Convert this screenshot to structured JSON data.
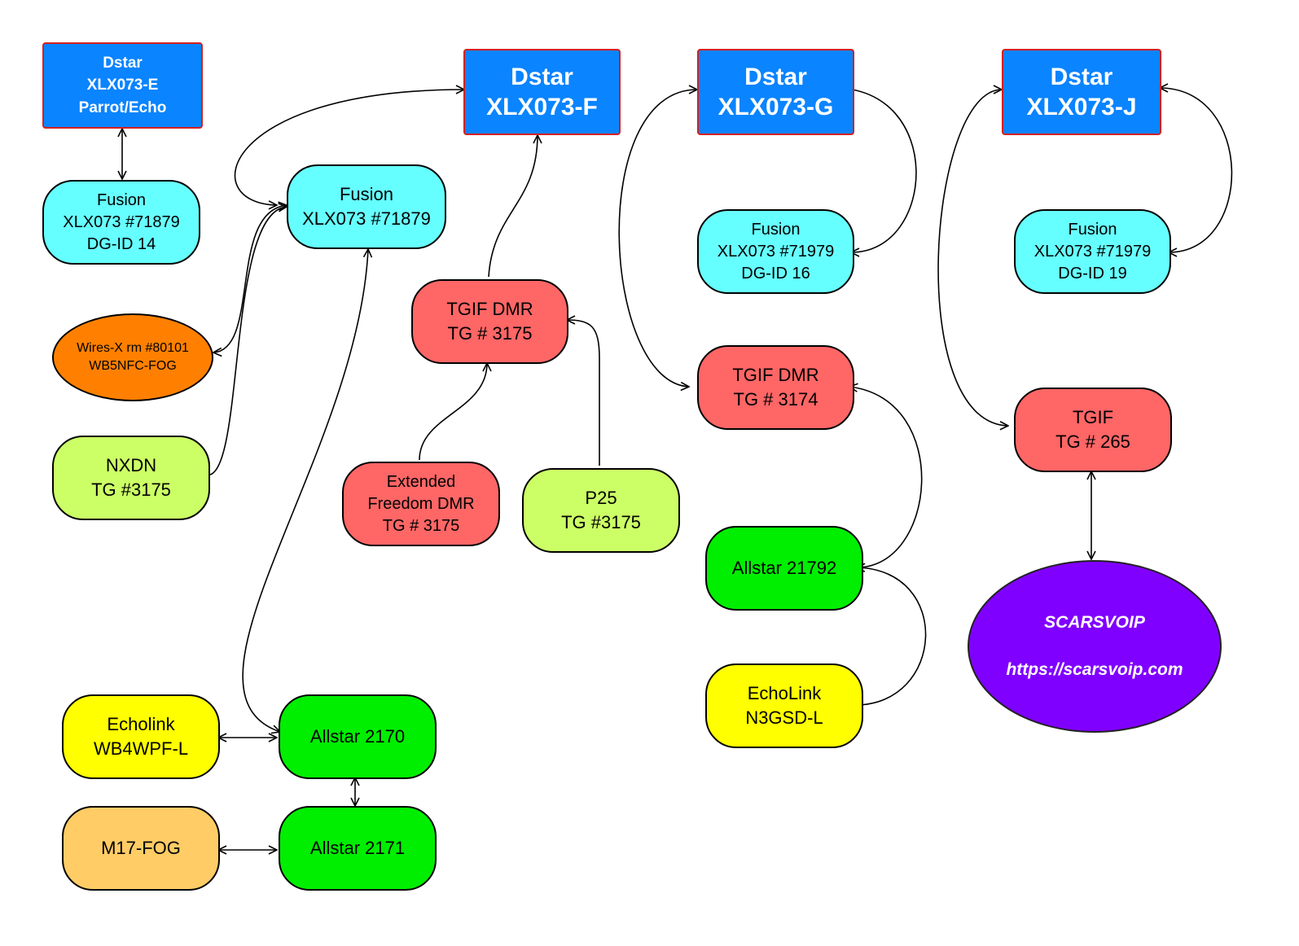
{
  "colors": {
    "dstar": "#0a84ff",
    "fusion": "#66ffff",
    "dmr": "#ff6666",
    "nxdn": "#ccff66",
    "allstar": "#00ee00",
    "echolink": "#ffff00",
    "wiresx": "#ff8000",
    "m17": "#ffcc66",
    "scarsvoip": "#8000ff"
  },
  "nodes": {
    "dstar_e": {
      "lines": [
        "Dstar",
        "XLX073-E",
        "Parrot/Echo"
      ]
    },
    "fusion_e": {
      "lines": [
        "Fusion",
        "XLX073 #71879",
        "DG-ID 14"
      ]
    },
    "dstar_f": {
      "lines": [
        "Dstar",
        "XLX073-F"
      ]
    },
    "fusion_f": {
      "lines": [
        "Fusion",
        "XLX073 #71879"
      ]
    },
    "wiresx": {
      "lines": [
        "Wires-X rm #80101",
        "WB5NFC-FOG"
      ]
    },
    "nxdn": {
      "lines": [
        "NXDN",
        "TG #3175"
      ]
    },
    "tgif_f": {
      "lines": [
        "TGIF DMR",
        "TG # 3175"
      ]
    },
    "freedom": {
      "lines": [
        "Extended",
        "Freedom DMR",
        "TG # 3175"
      ]
    },
    "p25": {
      "lines": [
        "P25",
        "TG #3175"
      ]
    },
    "dstar_g": {
      "lines": [
        "Dstar",
        "XLX073-G"
      ]
    },
    "fusion_g": {
      "lines": [
        "Fusion",
        "XLX073 #71979",
        "DG-ID 16"
      ]
    },
    "tgif_g": {
      "lines": [
        "TGIF DMR",
        "TG # 3174"
      ]
    },
    "allstar_21792": {
      "lines": [
        "Allstar 21792"
      ]
    },
    "echolink_n3gsd": {
      "lines": [
        "EchoLink",
        "N3GSD-L"
      ]
    },
    "dstar_j": {
      "lines": [
        "Dstar",
        "XLX073-J"
      ]
    },
    "fusion_j": {
      "lines": [
        "Fusion",
        "XLX073 #71979",
        "DG-ID 19"
      ]
    },
    "tgif_j": {
      "lines": [
        "TGIF",
        "TG # 265"
      ]
    },
    "scarsvoip": {
      "lines": [
        "SCARSVOIP",
        "",
        "https://scarsvoip.com"
      ]
    },
    "echolink_wb4wpf": {
      "lines": [
        "Echolink",
        "WB4WPF-L"
      ]
    },
    "allstar_2170": {
      "lines": [
        "Allstar 2170"
      ]
    },
    "m17": {
      "lines": [
        "M17-FOG"
      ]
    },
    "allstar_2171": {
      "lines": [
        "Allstar 2171"
      ]
    }
  }
}
